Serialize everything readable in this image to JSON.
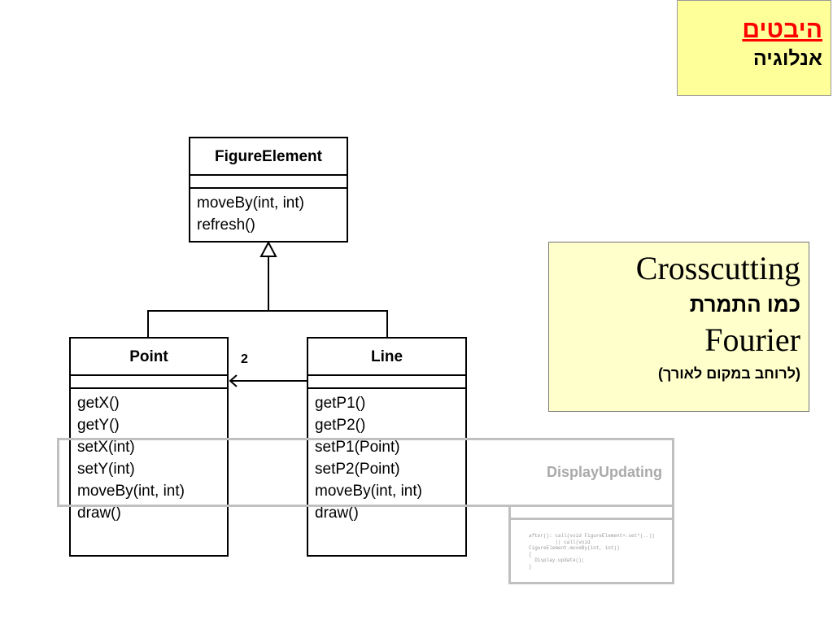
{
  "title": {
    "main": "היבטים",
    "sub": "אנלוגיה"
  },
  "crosscutting": {
    "line1": "Crosscutting",
    "line2": "כמו התמרת",
    "line3": "Fourier",
    "line4": "(לרוחב במקום לאורך)"
  },
  "classes": {
    "figure_element": {
      "name": "FigureElement",
      "operations": [
        "moveBy(int, int)",
        "refresh()"
      ]
    },
    "point": {
      "name": "Point",
      "operations": [
        "getX()",
        "getY()",
        "setX(int)",
        "setY(int)",
        "moveBy(int, int)",
        "draw()"
      ]
    },
    "line": {
      "name": "Line",
      "operations": [
        "getP1()",
        "getP2()",
        "setP1(Point)",
        "setP2(Point)",
        "moveBy(int, int)",
        "draw()"
      ]
    }
  },
  "association": {
    "multiplicity": "2"
  },
  "aspect": {
    "name": "DisplayUpdating",
    "code": [
      "after(): call(void FigureElement+.set*(..))",
      "         || call(void",
      "FigureElement.moveBy(int, int))",
      "{",
      "  Display.update();",
      "}"
    ]
  },
  "colors": {
    "title_bg": "#ffff99",
    "title_red": "#ff0000",
    "crosscutting_bg": "#ffffcc",
    "aspect_gray": "#c0c0c0"
  }
}
